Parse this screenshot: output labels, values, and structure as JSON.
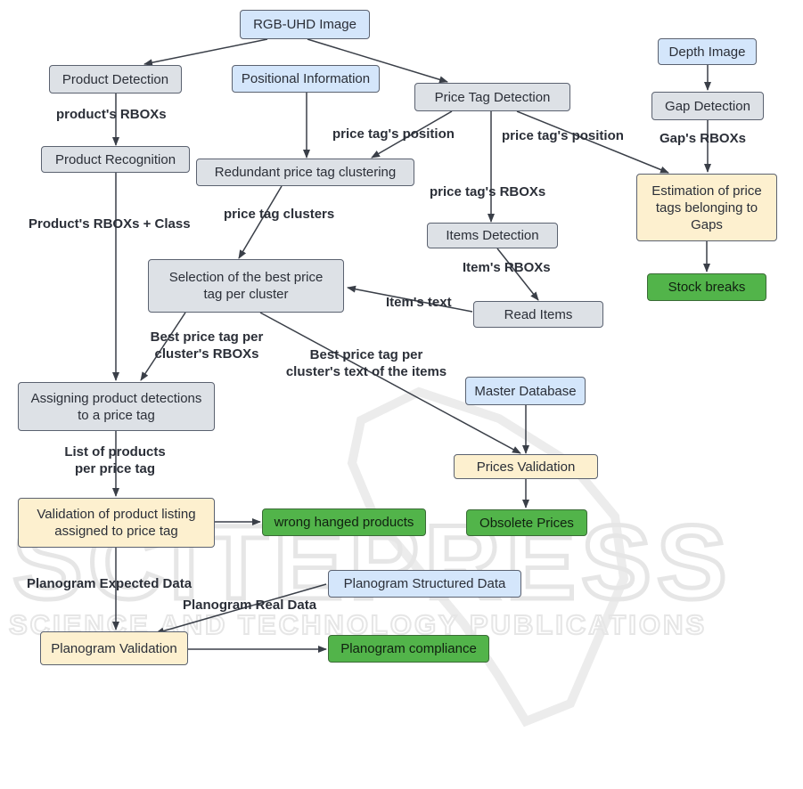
{
  "watermark": {
    "main": "SCITEPRESS",
    "sub": "SCIENCE AND TECHNOLOGY PUBLICATIONS"
  },
  "nodes": {
    "rgb_uhd_image": "RGB-UHD Image",
    "product_detection": "Product Detection",
    "positional_information": "Positional Information",
    "price_tag_detection": "Price Tag Detection",
    "depth_image": "Depth Image",
    "gap_detection": "Gap Detection",
    "product_recognition": "Product Recognition",
    "redundant_clustering": "Redundant price tag clustering",
    "estimation_gaps": "Estimation of price tags belonging to Gaps",
    "items_detection": "Items Detection",
    "stock_breaks": "Stock breaks",
    "selection_best": "Selection of the best price tag per cluster",
    "read_items": "Read Items",
    "master_database": "Master Database",
    "assigning_products": "Assigning product detections to a price tag",
    "prices_validation": "Prices Validation",
    "validation_listing": "Validation of product listing assigned to price tag",
    "wrong_hanged": "wrong hanged products",
    "obsolete_prices": "Obsolete Prices",
    "planogram_structured": "Planogram Structured Data",
    "planogram_validation": "Planogram Validation",
    "planogram_compliance": "Planogram compliance"
  },
  "edge_labels": {
    "products_rboxs": "product's RBOXs",
    "price_tags_position_1": "price tag's position",
    "price_tags_position_2": "price tag's position",
    "gaps_rboxs": "Gap's RBOXs",
    "price_tags_rboxs": "price tag's RBOXs",
    "products_rboxs_class": "Product's RBOXs + Class",
    "price_tag_clusters": "price tag clusters",
    "items_rboxs": "Item's RBOXs",
    "items_text": "Item's text",
    "best_tag_rboxs": "Best price tag per cluster's RBOXs",
    "best_tag_text": "Best price tag per cluster's text of the items",
    "list_products": "List of products per price tag",
    "planogram_expected": "Planogram Expected Data",
    "planogram_real": "Planogram Real Data"
  },
  "colors": {
    "input_node": "#d4e6fb",
    "process_node": "#dde1e6",
    "validation_node": "#fdf0cf",
    "output_node": "#52b44a",
    "edge": "#3a3f48",
    "watermark": "#e6e6e6"
  }
}
